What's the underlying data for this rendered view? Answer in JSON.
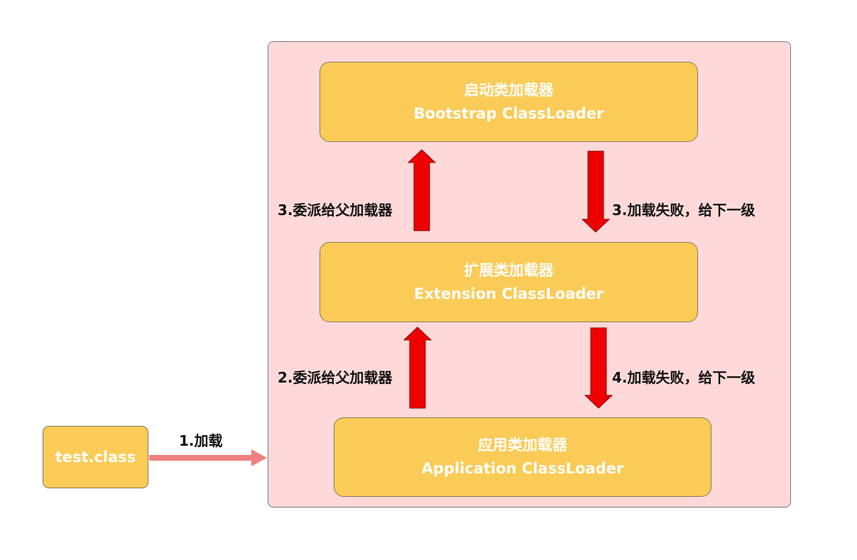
{
  "nodes": {
    "bootstrap": {
      "title": "启动类加载器",
      "subtitle": "Bootstrap ClassLoader"
    },
    "extension": {
      "title": "扩展类加载器",
      "subtitle": "Extension ClassLoader"
    },
    "application": {
      "title": "应用类加载器",
      "subtitle": "Application ClassLoader"
    },
    "test_class": {
      "label": "test.class"
    }
  },
  "edges": {
    "load": "1.加载",
    "delegate_app_to_ext": "2.委派给父加载器",
    "delegate_ext_to_boot": "3.委派给父加载器",
    "fail_boot_to_ext": "3.加载失败，给下一级",
    "fail_ext_to_app": "4.加载失败，给下一级"
  },
  "colors": {
    "container_fill": "#ffd9d9",
    "node_fill": "#fbcb57",
    "node_text": "#ffffff",
    "arrow_red": "#ee0000",
    "arrow_load": "#f08080"
  }
}
